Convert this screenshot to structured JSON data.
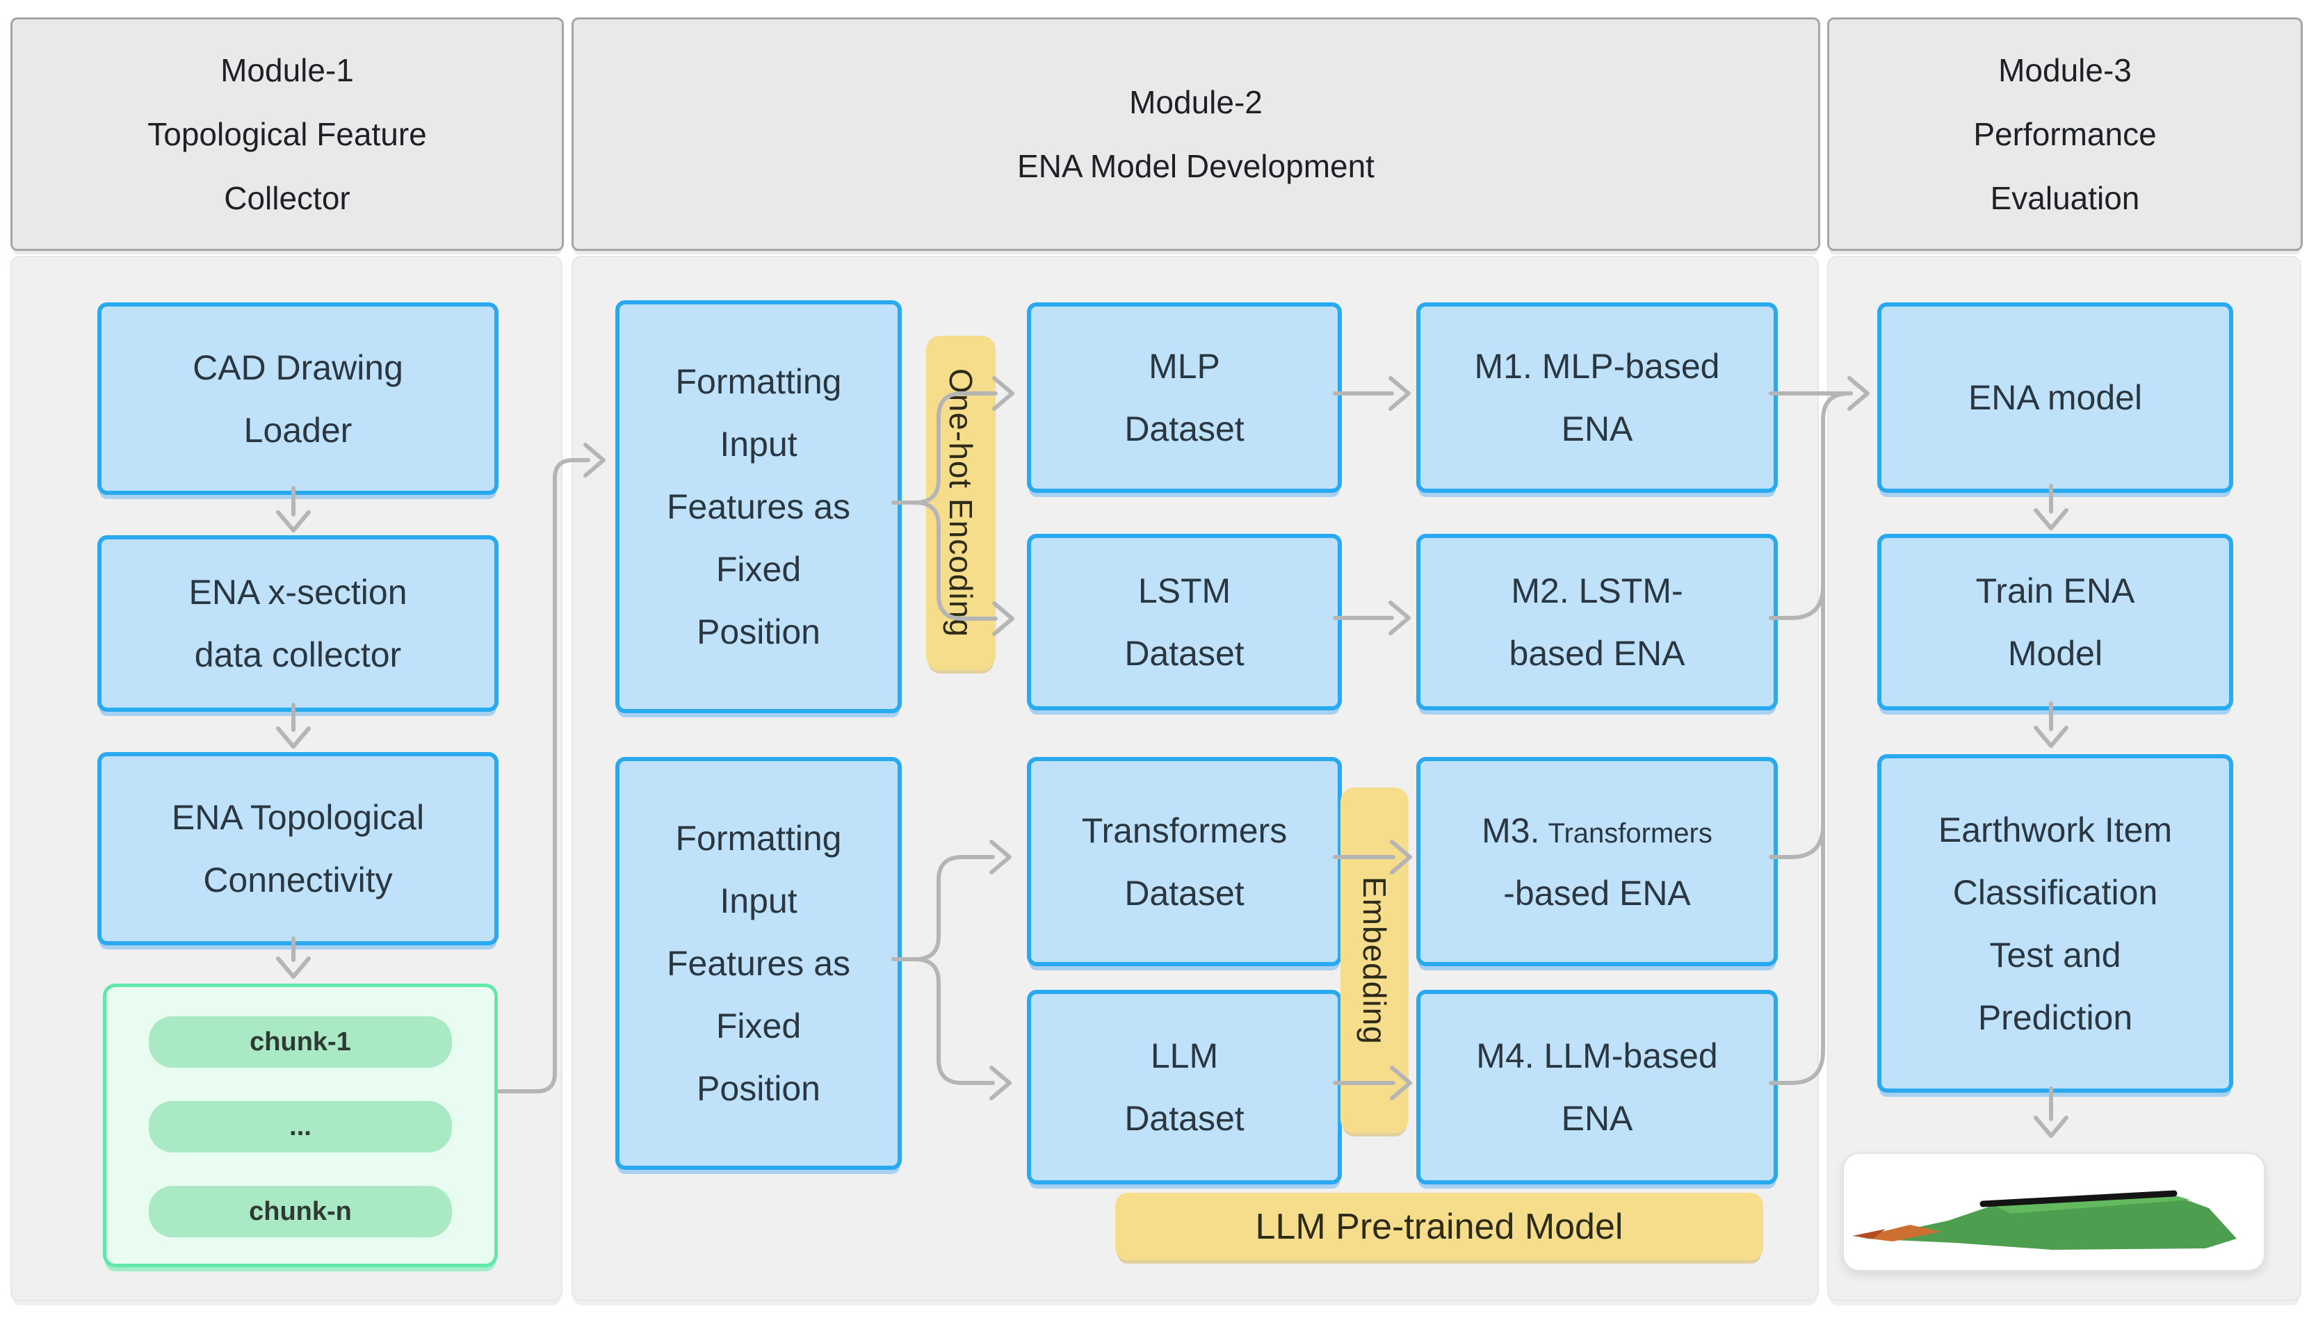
{
  "colors": {
    "blue": "#29a9f0",
    "blue_fill": "#bfe2fa",
    "yellow": "#f6dd8c",
    "green": "#5fe8a8",
    "green_fill": "#e9fcf1",
    "chunk": "#a9e9c4",
    "connector": "#b5b5b5",
    "panel": "#f0f0f0",
    "header": "#e9e9e9"
  },
  "headers": {
    "m1": [
      "Module-1",
      "Topological Feature",
      "Collector"
    ],
    "m2": [
      "Module-2",
      "ENA Model Development"
    ],
    "m3": [
      "Module-3",
      "Performance",
      "Evaluation"
    ]
  },
  "module1": {
    "cad": [
      "CAD Drawing",
      "Loader"
    ],
    "xsection": [
      "ENA x-section",
      "data collector"
    ],
    "topology": [
      "ENA Topological",
      "Connectivity"
    ],
    "chunks": [
      "chunk-1",
      "...",
      "chunk-n"
    ]
  },
  "module2": {
    "formatting_top": [
      "Formatting",
      "Input",
      "Features as",
      "Fixed",
      "Position"
    ],
    "formatting_bottom": [
      "Formatting",
      "Input",
      "Features as",
      "Fixed",
      "Position"
    ],
    "onehot": "One-hot Encoding",
    "embedding": "Embedding",
    "mlp": [
      "MLP",
      "Dataset"
    ],
    "lstm": [
      "LSTM",
      "Dataset"
    ],
    "transformers": [
      "Transformers",
      "Dataset"
    ],
    "llm": [
      "LLM",
      "Dataset"
    ],
    "m1": [
      "M1. MLP-based",
      "ENA"
    ],
    "m2": [
      "M2. LSTM-",
      "based ENA"
    ],
    "m3_prefix": "M3.",
    "m3_small": "Transformers",
    "m3_line2": "-based ENA",
    "m4": [
      "M4. LLM-based",
      "ENA"
    ],
    "llm_pretrained": "LLM Pre-trained Model"
  },
  "module3": {
    "ena": [
      "ENA model"
    ],
    "train": [
      "Train ENA",
      "Model"
    ],
    "earthwork": [
      "Earthwork Item",
      "Classification",
      "Test and",
      "Prediction"
    ],
    "terrain_image": "earthwork-cross-section"
  }
}
